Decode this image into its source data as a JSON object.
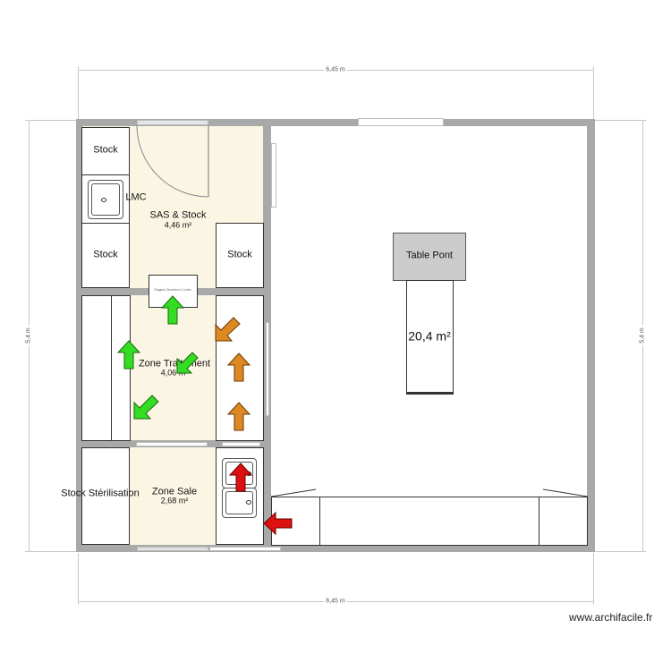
{
  "plan": {
    "dimensions": {
      "top_width": "6,45 m",
      "bottom_width": "6,45 m",
      "left_height": "5,4 m",
      "right_height": "5,4 m"
    },
    "rooms": [
      {
        "name": "SAS & Stock",
        "area": "4,46 m²"
      },
      {
        "name": "Zone Traitement",
        "area": "4,06 m²"
      },
      {
        "name": "Zone Sale",
        "area": "2,68 m²"
      },
      {
        "name": "",
        "area": "20,4 m²"
      }
    ],
    "furniture": {
      "stock_top_left": "Stock",
      "stock_mid_left": "Stock",
      "stock_right": "Stock",
      "lmc": "LMC",
      "shelf": "Étagère Ouverture 2 côtés",
      "stock_sterilisation": "Stock Stérilisation",
      "table_pont": "Table Pont"
    },
    "arrows": {
      "green_color": "#33dd22",
      "orange_color": "#dd8822",
      "red_color": "#dd1111"
    },
    "colors": {
      "wall": "#a9a9a9",
      "floor": "#fbf6e4",
      "table": "#cccccc"
    }
  },
  "watermark": "www.archifacile.fr"
}
